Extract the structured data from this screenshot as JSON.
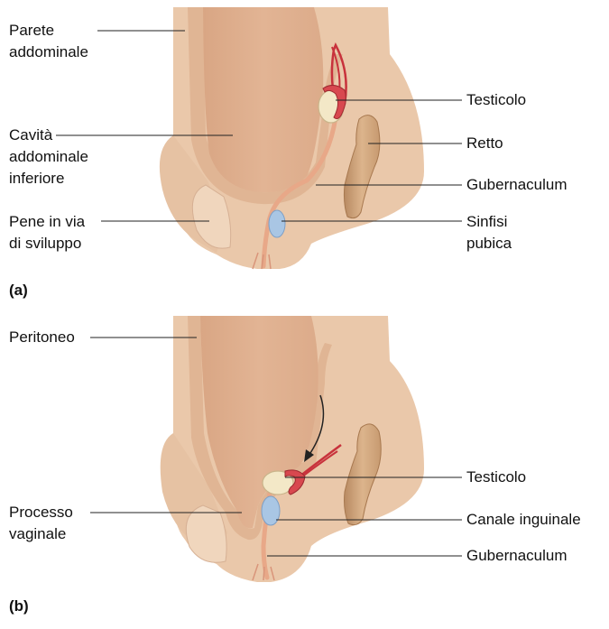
{
  "panels": [
    {
      "letter": "(a)",
      "labels": {
        "parete": "Parete\naddominale",
        "cavita": "Cavità\naddominale\ninferiore",
        "pene": "Pene in via\ndi sviluppo",
        "testicolo": "Testicolo",
        "retto": "Retto",
        "gubernaculum": "Gubernaculum",
        "sinfisi": "Sinfisi\npubica"
      }
    },
    {
      "letter": "(b)",
      "labels": {
        "peritoneo": "Peritoneo",
        "processo": "Processo\nvaginale",
        "testicolo": "Testicolo",
        "canale": "Canale inguinale",
        "gubernaculum": "Gubernaculum"
      }
    }
  ],
  "colors": {
    "tissue_outer": "#eac8aa",
    "tissue_inner": "#e3b999",
    "cavity": "#dcab8a",
    "testis": "#f3e8c7",
    "vessel": "#c8323c",
    "bone": "#a9c6e4",
    "rectum": "#d6aa80",
    "line": "#222222"
  }
}
